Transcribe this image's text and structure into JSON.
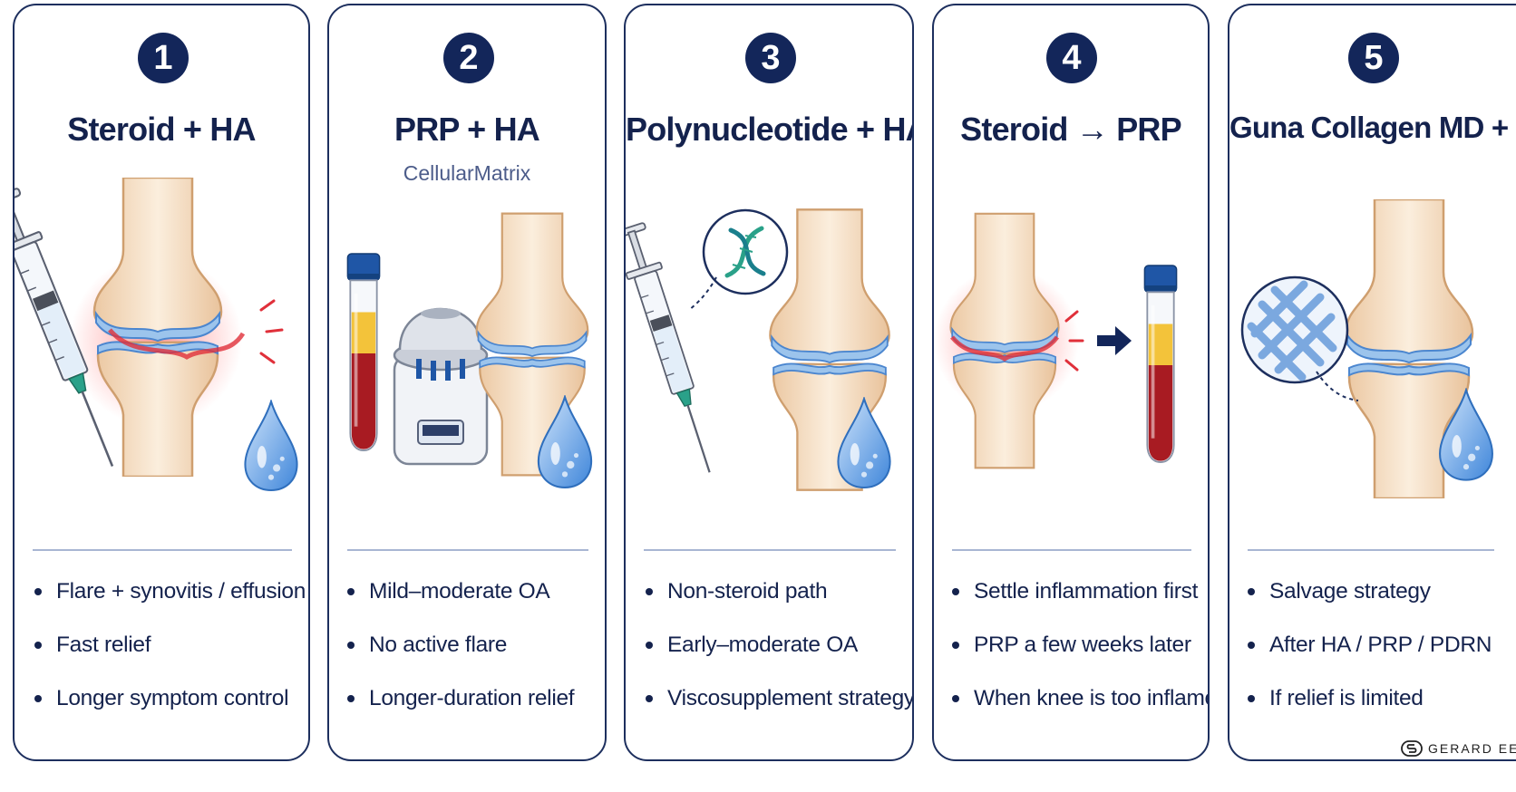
{
  "cards": [
    {
      "number": "1",
      "title": "Steroid + HA",
      "bullets": [
        "Flare + synovitis / effusion",
        "Fast relief",
        "Longer symptom control"
      ]
    },
    {
      "number": "2",
      "title": "PRP + HA",
      "subtitle": "CellularMatrix",
      "bullets": [
        "Mild–moderate OA",
        "No active flare",
        "Longer-duration relief"
      ]
    },
    {
      "number": "3",
      "title": "Polynucleotide + HA",
      "bullets": [
        "Non-steroid path",
        "Early–moderate OA",
        "Viscosupplement strategy"
      ]
    },
    {
      "number": "4",
      "title": "Steroid → PRP",
      "bullets": [
        "Settle inflammation first",
        "PRP a few weeks later",
        "When knee is too inflamed"
      ]
    },
    {
      "number": "5",
      "title": "Guna Collagen MD + HA",
      "bullets": [
        "Salvage strategy",
        "After HA / PRP / PDRN",
        "If relief is limited"
      ]
    }
  ],
  "brand": {
    "name": "GERARD EE"
  },
  "colors": {
    "navy": "#13265a",
    "inflamed": "#e0303a",
    "cartilage": "#6fa5dc",
    "bone": "#f3dcc0",
    "fluid": "#5b9be0",
    "plasma": "#f4c531",
    "blood": "#b21d24"
  },
  "icons": [
    "syringe-icon",
    "knee-joint-icon",
    "hyaluronic-drop-icon",
    "blood-tube-icon",
    "centrifuge-icon",
    "dna-icon",
    "collagen-mesh-icon",
    "arrow-right-icon",
    "gerard-ee-logo-icon"
  ]
}
